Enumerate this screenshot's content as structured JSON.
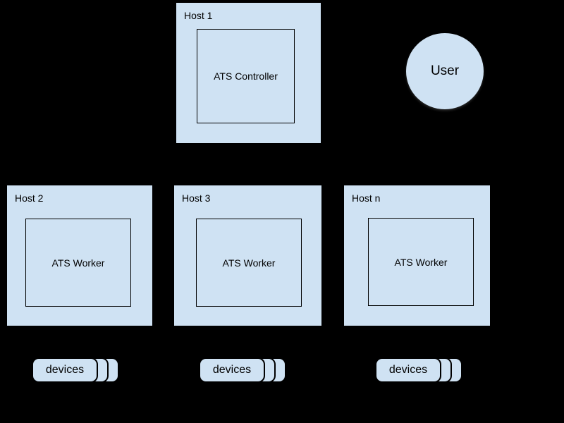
{
  "diagram": {
    "colors": {
      "background": "#000000",
      "node_fill": "#cfe2f3",
      "node_border": "#000000",
      "text": "#000000"
    },
    "hosts": [
      {
        "label": "Host 1",
        "inner_label": "ATS Controller"
      },
      {
        "label": "Host 2",
        "inner_label": "ATS Worker"
      },
      {
        "label": "Host 3",
        "inner_label": "ATS Worker"
      },
      {
        "label": "Host n",
        "inner_label": "ATS Worker"
      }
    ],
    "user": {
      "label": "User"
    },
    "device_stacks": [
      {
        "label": "devices"
      },
      {
        "label": "devices"
      },
      {
        "label": "devices"
      }
    ]
  }
}
